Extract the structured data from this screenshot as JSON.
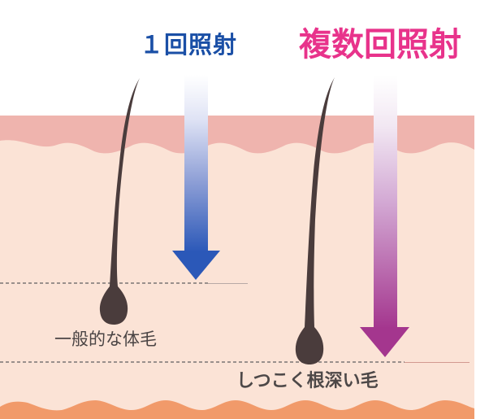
{
  "diagram": {
    "titles": {
      "single": "１回照射",
      "multiple": "複数回照射"
    },
    "labels": {
      "normal_hair": "一般的な体毛",
      "deep_hair": "しつこく根深い毛"
    },
    "colors": {
      "single_title": "#1a4fa6",
      "multiple_title": "#e8338b",
      "skin": "#fbe3d6",
      "epidermis": "#efb4ae",
      "subcutaneous": "#f19a6a",
      "hair": "#4a3c3c",
      "arrow_single_end": "#2b58b8",
      "arrow_multiple_end": "#a4368e"
    },
    "arrows": [
      {
        "name": "single-irradiation-arrow",
        "depth": "shallow"
      },
      {
        "name": "multiple-irradiation-arrow",
        "depth": "deep"
      }
    ],
    "hairs": [
      {
        "name": "normal-hair",
        "root_depth": "shallow"
      },
      {
        "name": "deep-rooted-hair",
        "root_depth": "deep"
      }
    ]
  }
}
